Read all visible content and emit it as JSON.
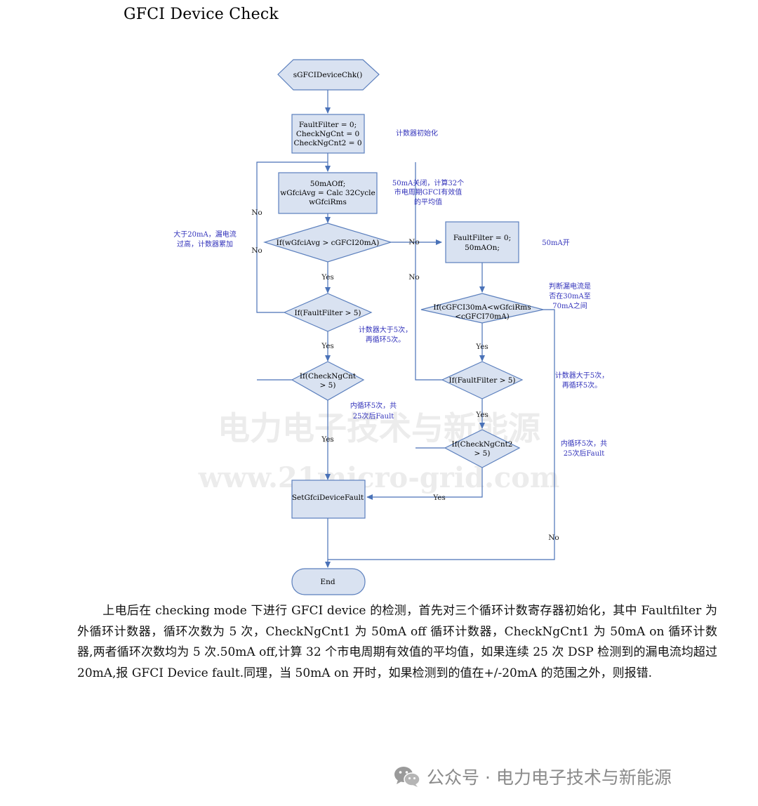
{
  "title": "GFCI Device Check",
  "colors": {
    "node_fill": "#d9e2f1",
    "node_stroke": "#5b7fbd",
    "arrow": "#4a72b8",
    "annotation": "#3333bb",
    "label": "#222222",
    "watermark": "#ececec",
    "footer": "#8a8a8a"
  },
  "nodes": {
    "start": "sGFCIDeviceChk()",
    "init": [
      "FaultFilter = 0;",
      "CheckNgCnt = 0",
      "CheckNgCnt2 = 0"
    ],
    "off_measure": [
      "50mAOff;",
      "wGfciAvg = Calc 32Cycle",
      "wGfciRms"
    ],
    "avg_check": "If(wGfciAvg > cGFCI20mA)",
    "fault_filter_check_left": "If(FaultFilter > 5)",
    "ng_check_left": [
      "If(CheckNgCnt",
      "> 5)"
    ],
    "on_set": [
      "FaultFilter = 0;",
      "50mAOn;"
    ],
    "rms_check": [
      "If(cGFCI30mA<wGfciRms",
      "<cGFCI70mA)"
    ],
    "fault_filter_check_right": "If(FaultFilter > 5)",
    "ng_check_right": [
      "If(CheckNgCnt2",
      "> 5)"
    ],
    "set_fault": "SetGfciDeviceFault",
    "end": "End"
  },
  "edge_labels": {
    "no": "No",
    "yes": "Yes"
  },
  "annotations": {
    "counter_init": "计数器初始化",
    "off_avg": [
      "50mA关闭，计算32个",
      "市电周期GFCI有效值",
      "的平均值"
    ],
    "over_20ma": [
      "大于20mA，漏电流",
      "过高，计数器累加"
    ],
    "on_label": "50mA开",
    "judge_leak": [
      "判断漏电流是",
      "否在30mA至",
      "70mA之间"
    ],
    "counter_gt5_left": [
      "计数器大于5次，",
      "再循环5次。"
    ],
    "inner_loop_left": [
      "内循环5次，共",
      "25次后Fault"
    ],
    "counter_gt5_right": [
      "计数器大于5次，",
      "再循环5次。"
    ],
    "inner_loop_right": [
      "内循环5次，共",
      "25次后Fault"
    ]
  },
  "watermark": {
    "line1": "电力电子技术与新能源",
    "line2": "www.21micro-grid.com"
  },
  "paragraph": "上电后在 checking mode 下进行 GFCI device 的检测，首先对三个循环计数寄存器初始化，其中 Faultfilter 为外循环计数器，循环次数为 5 次，CheckNgCnt1 为 50mA off 循环计数器，CheckNgCnt1 为 50mA on 循环计数器,两者循环次数均为 5 次.50mA off,计算 32 个市电周期有效值的平均值，如果连续 25 次 DSP 检测到的漏电流均超过 20mA,报 GFCI Device fault.同理，当 50mA on 开时，如果检测到的值在+/-20mA 的范围之外，则报错.",
  "footer": {
    "icon": "wechat-icon",
    "text": "公众号 · 电力电子技术与新能源"
  }
}
